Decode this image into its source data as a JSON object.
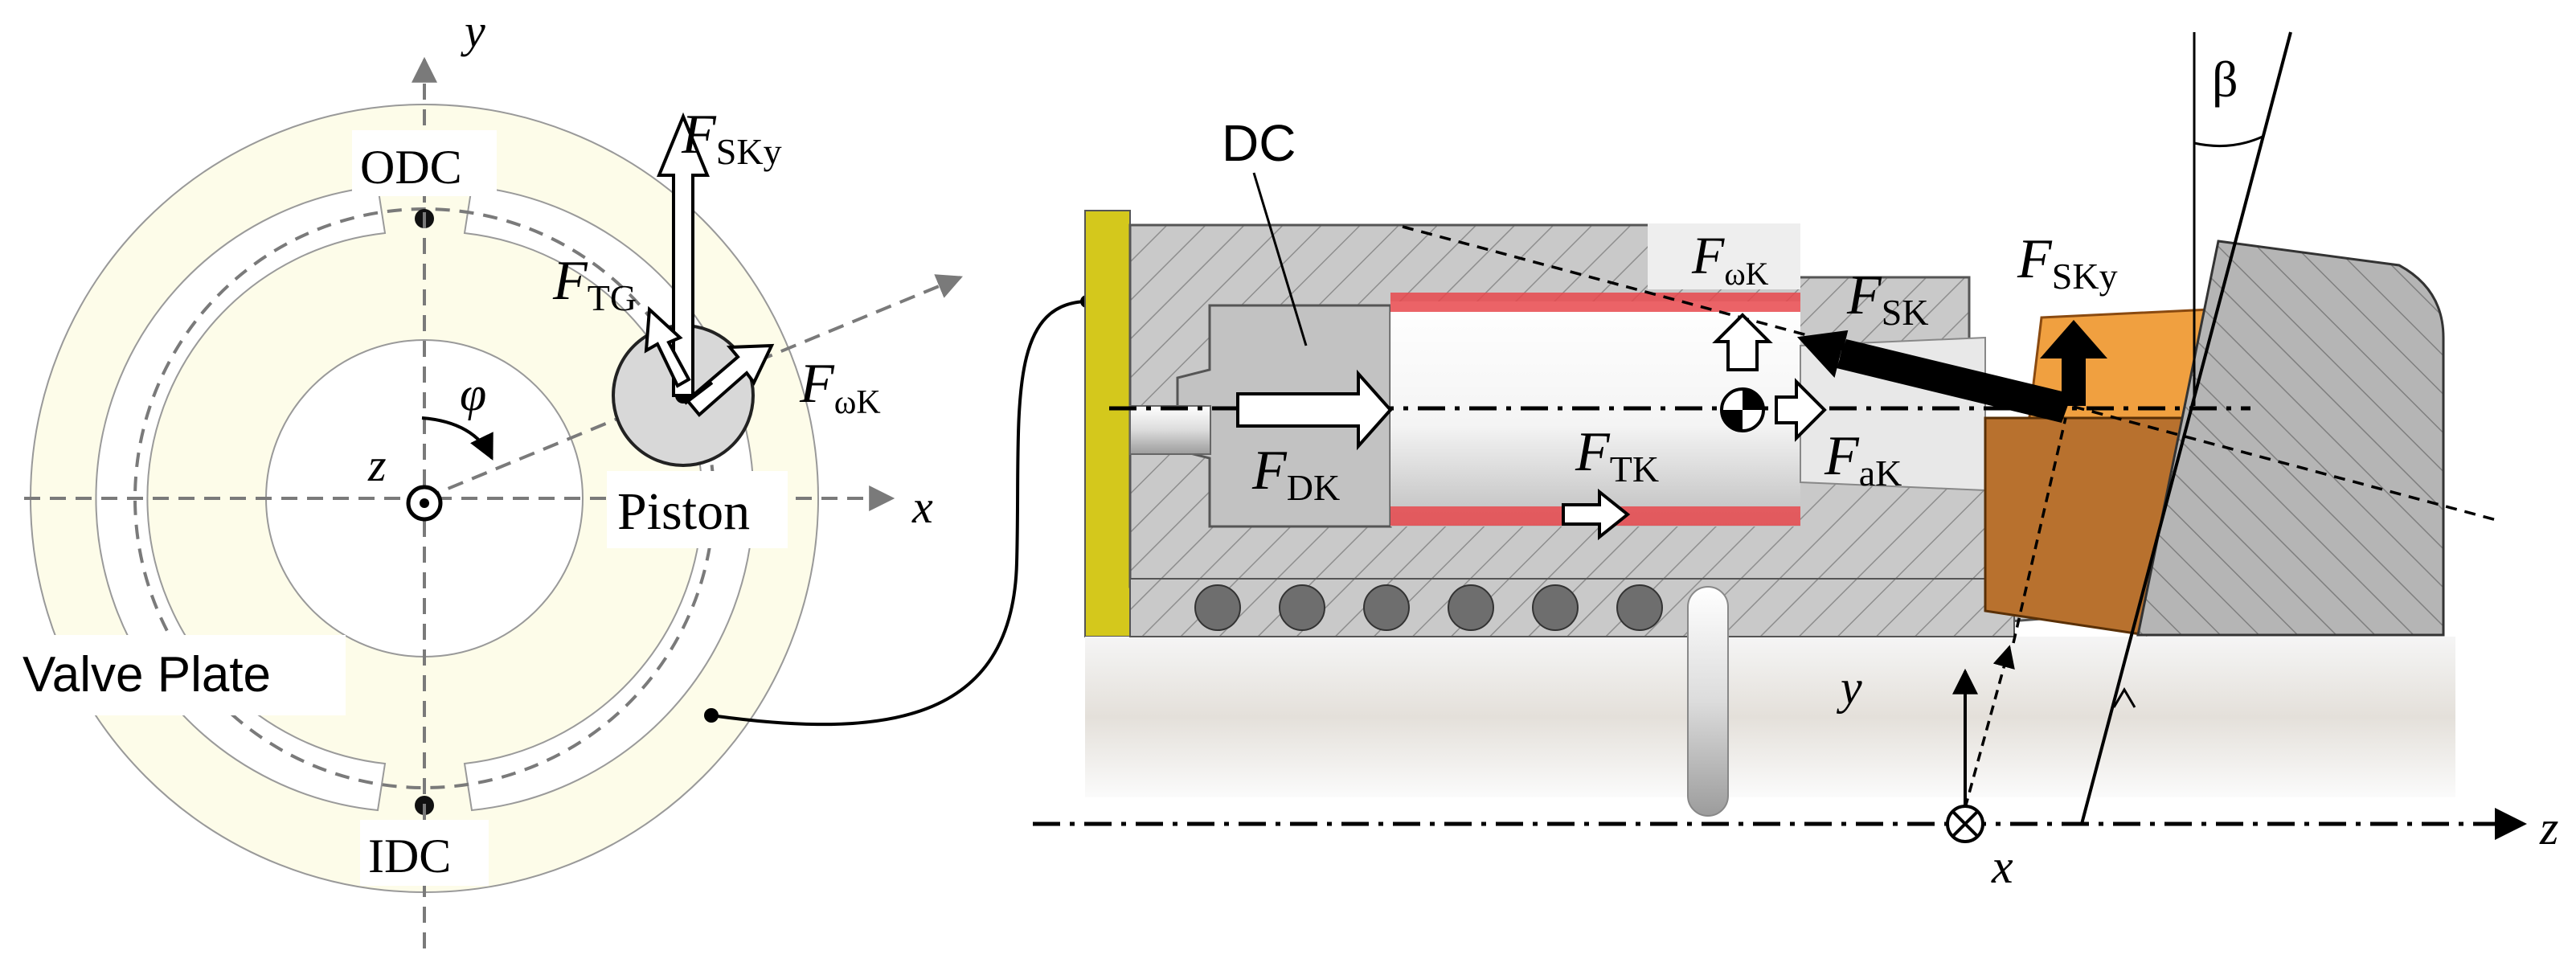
{
  "left_view": {
    "axis_x": "x",
    "axis_y": "y",
    "axis_z": "z",
    "angle": "φ",
    "odc": "ODC",
    "idc": "IDC",
    "piston": "Piston",
    "valve_plate": "Valve Plate",
    "f_skyl": {
      "main": "F",
      "sub": "SKy"
    },
    "f_tg": {
      "main": "F",
      "sub": "TG"
    },
    "f_wk": {
      "main": "F",
      "sub": "ωK"
    }
  },
  "right_view": {
    "dc": "DC",
    "beta": "β",
    "axis_y": "y",
    "axis_z": "z",
    "axis_x": "x",
    "f_wk": {
      "main": "F",
      "sub": "ωK"
    },
    "f_sk": {
      "main": "F",
      "sub": "SK"
    },
    "f_sky": {
      "main": "F",
      "sub": "SKy"
    },
    "f_dk": {
      "main": "F",
      "sub": "DK"
    },
    "f_tk": {
      "main": "F",
      "sub": "TK"
    },
    "f_ak": {
      "main": "F",
      "sub": "aK"
    }
  },
  "colors": {
    "valve_plate_fill": "#fdfce9",
    "steel_gray": "#c6c6c6",
    "dark_gray": "#8a8a8a",
    "red_gap": "#e8484c",
    "bronze": "#b8712e",
    "orange": "#f0a040",
    "yellow": "#d4c81c"
  }
}
